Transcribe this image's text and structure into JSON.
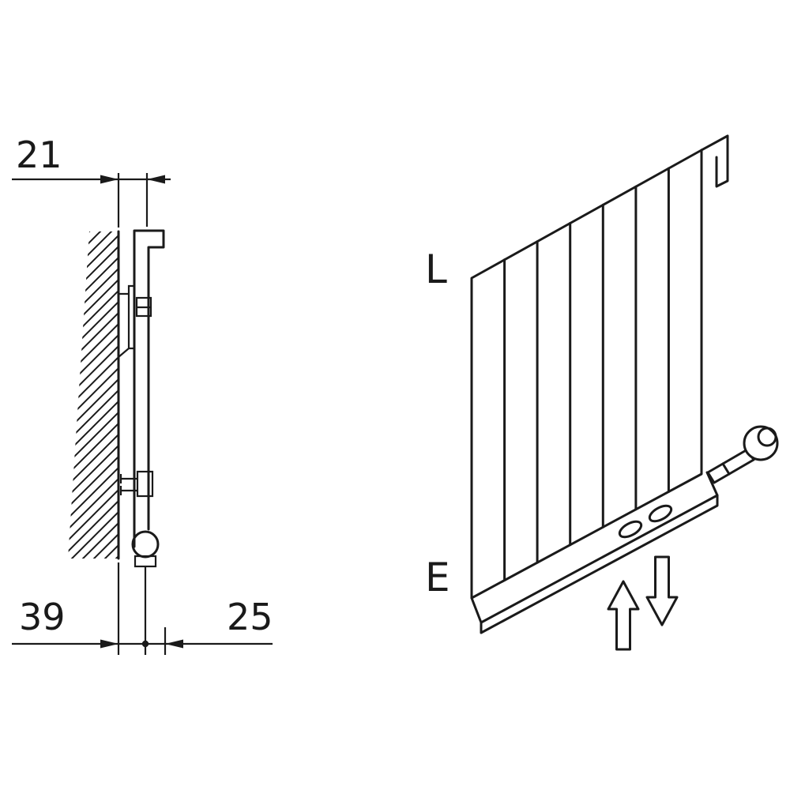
{
  "diagram": {
    "type": "technical-line-drawing",
    "colors": {
      "line": "#1a1a1a",
      "background": "#ffffff"
    },
    "side_view": {
      "dim_top": "21",
      "dim_bottom_left": "39",
      "dim_bottom_right": "25"
    },
    "perspective_view": {
      "label_top": "L",
      "label_bottom": "E",
      "icons": [
        "flow-up-arrow",
        "flow-down-arrow",
        "thermostatic-valve-knob",
        "hanging-hook"
      ]
    }
  }
}
